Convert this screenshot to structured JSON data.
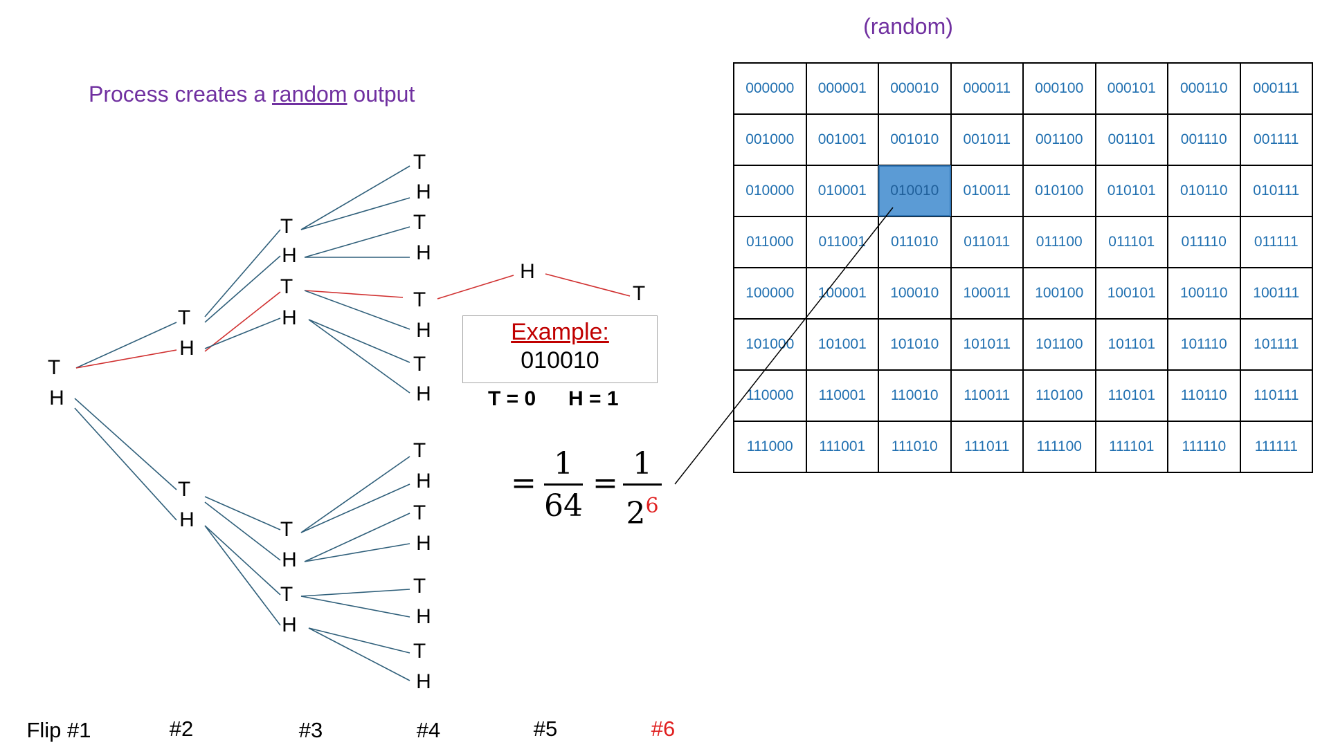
{
  "header": {
    "random_label": "(random)",
    "title_prefix": "Process creates a ",
    "title_underlined": "random",
    "title_suffix": " output"
  },
  "tree": {
    "flip_labels": [
      "Flip #1",
      "#2",
      "#3",
      "#4",
      "#5",
      "#6"
    ],
    "highlight_color": "#d03030",
    "branch_color": "#2f5f7a"
  },
  "example": {
    "title": "Example:",
    "value": "010010",
    "legend_t": "T = 0",
    "legend_h": "H = 1"
  },
  "formula": {
    "equals": "=",
    "frac1_num": "1",
    "frac1_den": "64",
    "frac2_num": "1",
    "frac2_base": "2",
    "frac2_exp": "6"
  },
  "grid": {
    "highlighted": "010010",
    "rows": [
      [
        "000000",
        "000001",
        "000010",
        "000011",
        "000100",
        "000101",
        "000110",
        "000111"
      ],
      [
        "001000",
        "001001",
        "001010",
        "001011",
        "001100",
        "001101",
        "001110",
        "001111"
      ],
      [
        "010000",
        "010001",
        "010010",
        "010011",
        "010100",
        "010101",
        "010110",
        "010111"
      ],
      [
        "011000",
        "011001",
        "011010",
        "011011",
        "011100",
        "011101",
        "011110",
        "011111"
      ],
      [
        "100000",
        "100001",
        "100010",
        "100011",
        "100100",
        "100101",
        "100110",
        "100111"
      ],
      [
        "101000",
        "101001",
        "101010",
        "101011",
        "101100",
        "101101",
        "101110",
        "101111"
      ],
      [
        "110000",
        "110001",
        "110010",
        "110011",
        "110100",
        "110101",
        "110110",
        "110111"
      ],
      [
        "111000",
        "111001",
        "111010",
        "111011",
        "111100",
        "111101",
        "111110",
        "111111"
      ]
    ]
  }
}
